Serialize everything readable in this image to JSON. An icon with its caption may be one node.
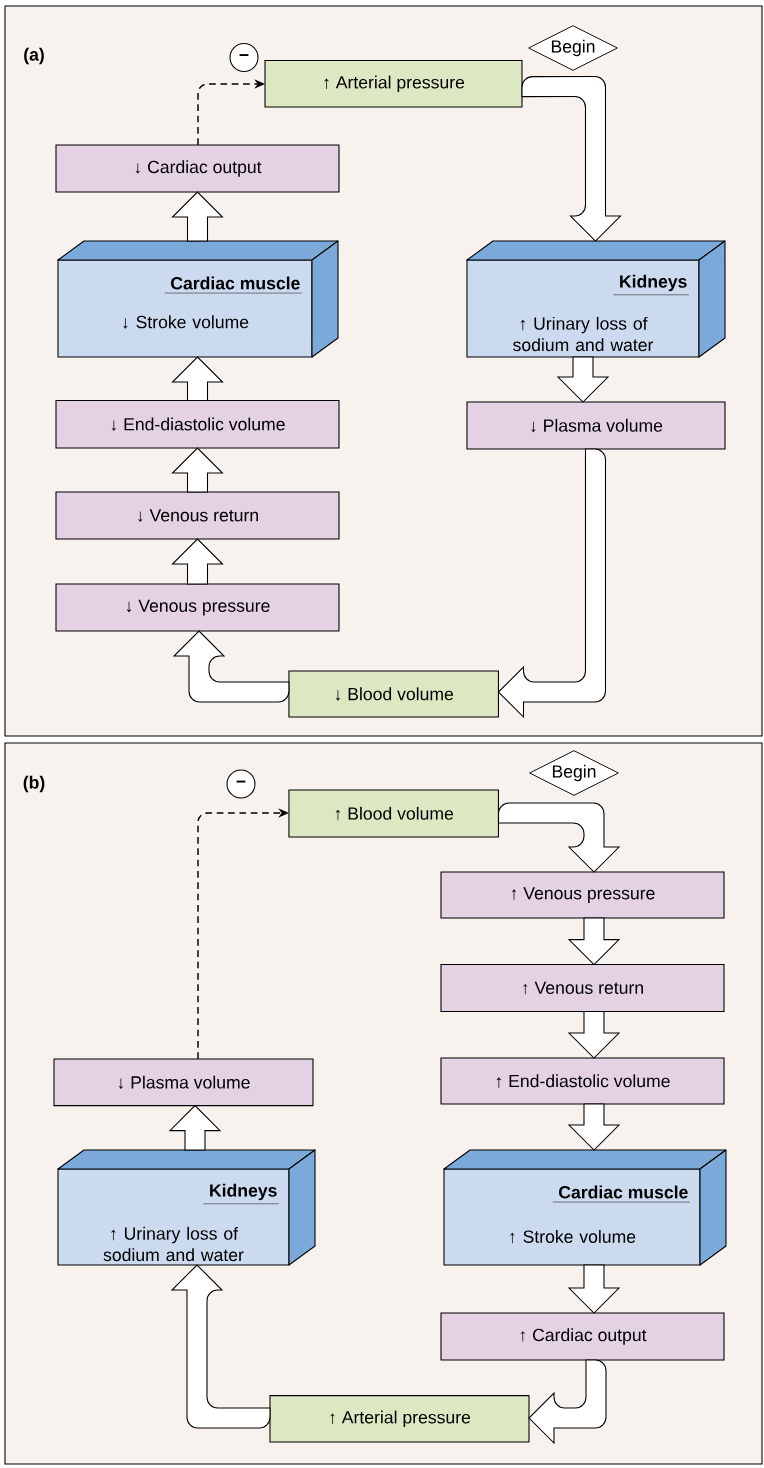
{
  "diagram": {
    "nodes": [
      {
        "text": [
          "(a)"
        ]
      },
      {
        "text": [
          "−"
        ],
        "in": 0
      },
      {
        "text": [
          "Begin"
        ],
        "in": 0
      },
      {
        "text": [
          "↑ Arterial pressure"
        ],
        "in": 0
      },
      {
        "text": [
          "↓ Cardiac output"
        ],
        "in": 0
      },
      {
        "text": [
          "Cardiac muscle",
          "↓ Stroke volume"
        ],
        "in": 0
      },
      {
        "text": [
          "Kidneys",
          "↑ Urinary loss of sodium and water"
        ],
        "in": 0
      },
      {
        "text": [
          "↓ End-diastolic volume"
        ],
        "in": 0
      },
      {
        "text": [
          "↓ Plasma volume"
        ],
        "in": 0
      },
      {
        "text": [
          "↓ Venous return"
        ],
        "in": 0
      },
      {
        "text": [
          "↓ Venous pressure"
        ],
        "in": 0
      },
      {
        "text": [
          "↓ Blood volume"
        ],
        "in": 0
      },
      {
        "text": [
          "(b)"
        ]
      },
      {
        "text": [
          "−"
        ],
        "in": 12
      },
      {
        "text": [
          "Begin"
        ],
        "in": 12
      },
      {
        "text": [
          "↑ Blood volume"
        ],
        "in": 12
      },
      {
        "text": [
          "↑ Venous pressure"
        ],
        "in": 12
      },
      {
        "text": [
          "↑ Venous return"
        ],
        "in": 12
      },
      {
        "text": [
          "↓ Plasma volume"
        ],
        "in": 12
      },
      {
        "text": [
          "↑ End-diastolic volume"
        ],
        "in": 12
      },
      {
        "text": [
          "Kidneys",
          "↑ Urinary loss of sodium and water"
        ],
        "in": 12
      },
      {
        "text": [
          "Cardiac muscle",
          "↑ Stroke volume"
        ],
        "in": 12
      },
      {
        "text": [
          "↑ Cardiac output"
        ],
        "in": 12
      },
      {
        "text": [
          "↑ Arterial pressure"
        ],
        "in": 12
      }
    ],
    "edges": [
      {
        "from": 3,
        "to": 6,
        "arrow": "to"
      },
      {
        "from": 6,
        "to": 8,
        "arrow": "to"
      },
      {
        "from": 8,
        "to": 11,
        "arrow": "to"
      },
      {
        "from": 11,
        "to": 10,
        "arrow": "to"
      },
      {
        "from": 10,
        "to": 9,
        "arrow": "to"
      },
      {
        "from": 9,
        "to": 7,
        "arrow": "to"
      },
      {
        "from": 7,
        "to": 5,
        "arrow": "to"
      },
      {
        "from": 5,
        "to": 4,
        "arrow": "to"
      },
      {
        "from": 4,
        "to": 3,
        "arrow": "to",
        "style": "dashed"
      },
      {
        "from": 15,
        "to": 16,
        "arrow": "to"
      },
      {
        "from": 16,
        "to": 17,
        "arrow": "to"
      },
      {
        "from": 17,
        "to": 19,
        "arrow": "to"
      },
      {
        "from": 19,
        "to": 21,
        "arrow": "to"
      },
      {
        "from": 21,
        "to": 22,
        "arrow": "to"
      },
      {
        "from": 22,
        "to": 23,
        "arrow": "to"
      },
      {
        "from": 23,
        "to": 20,
        "arrow": "to"
      },
      {
        "from": 20,
        "to": 18,
        "arrow": "to"
      },
      {
        "from": 18,
        "to": 15,
        "arrow": "to",
        "style": "dashed"
      }
    ]
  }
}
